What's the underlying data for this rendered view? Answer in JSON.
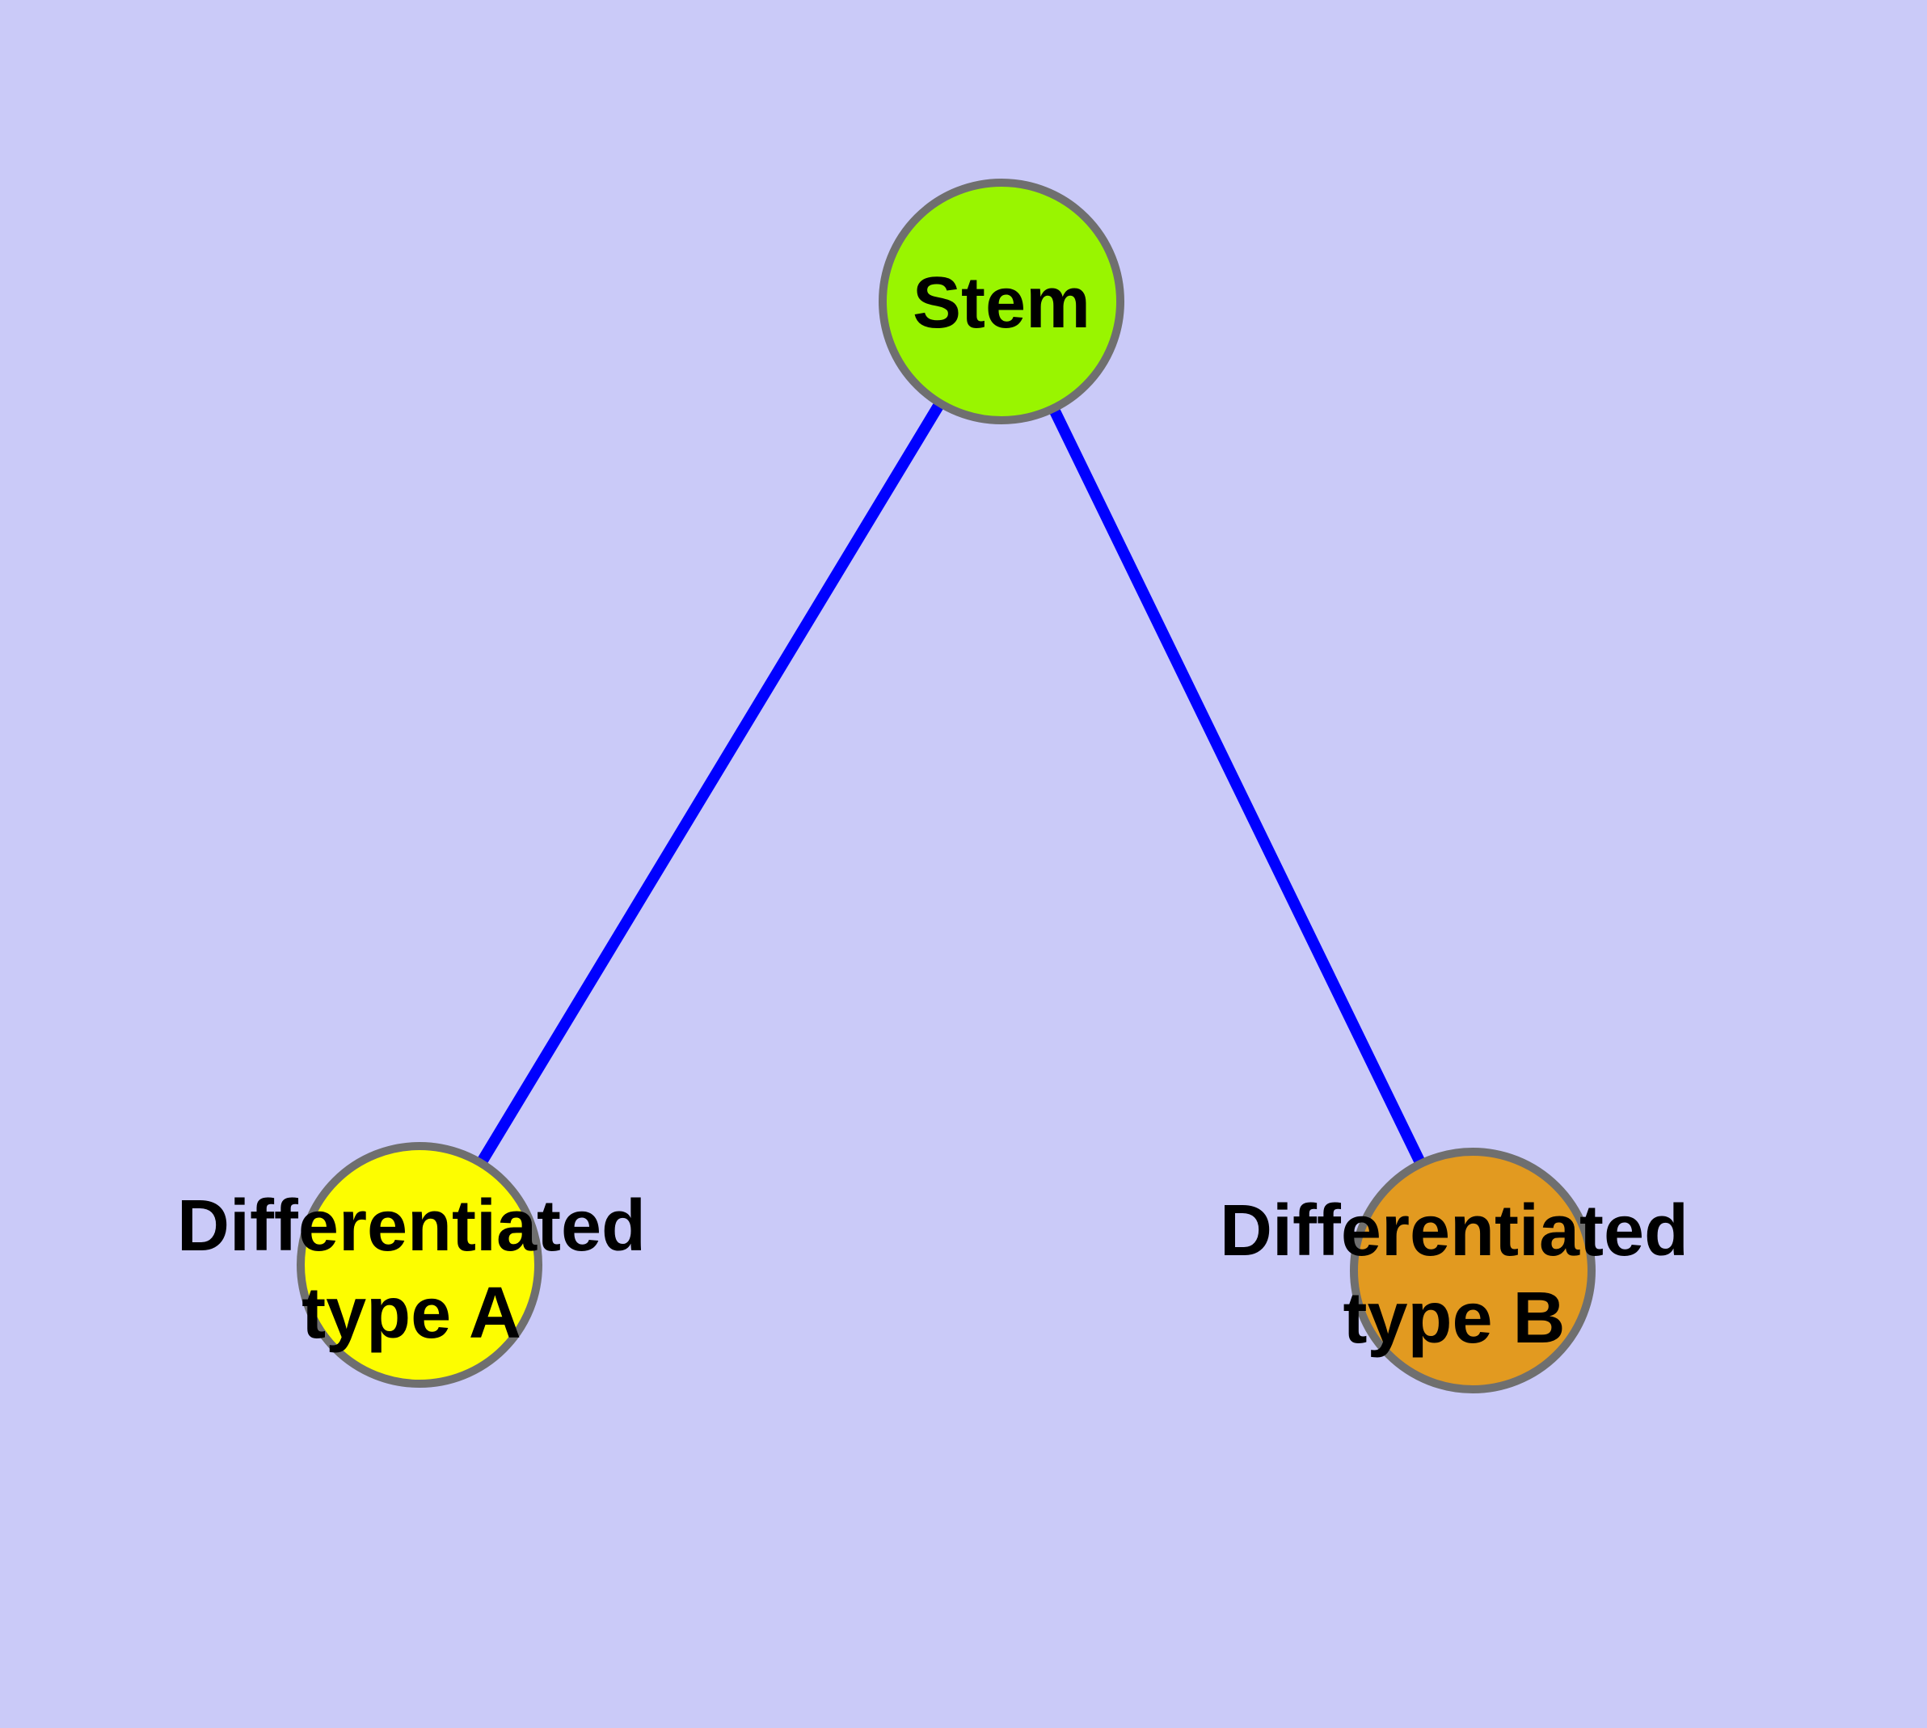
{
  "diagram": {
    "type": "graph",
    "description": "Cell differentiation hierarchy: one stem node branching to two differentiated cell type nodes",
    "colors": {
      "background": "#cacaf8",
      "edge": "#0000ff",
      "node_border": "#6f6f6f",
      "label_text": "#000000",
      "stem_fill": "#99f500",
      "type_a_fill": "#fdfd00",
      "type_b_fill": "#e29a20"
    },
    "nodes": [
      {
        "id": "stem",
        "label": "Stem",
        "fill": "#99f500"
      },
      {
        "id": "differentiated-type-a",
        "label_line1": "Differentiated",
        "label_line2": "type A",
        "fill": "#fdfd00"
      },
      {
        "id": "differentiated-type-b",
        "label_line1": "Differentiated",
        "label_line2": "type B",
        "fill": "#e29a20"
      }
    ],
    "edges": [
      {
        "from": "Stem",
        "to": "Differentiated type A"
      },
      {
        "from": "Stem",
        "to": "Differentiated type B"
      }
    ]
  }
}
